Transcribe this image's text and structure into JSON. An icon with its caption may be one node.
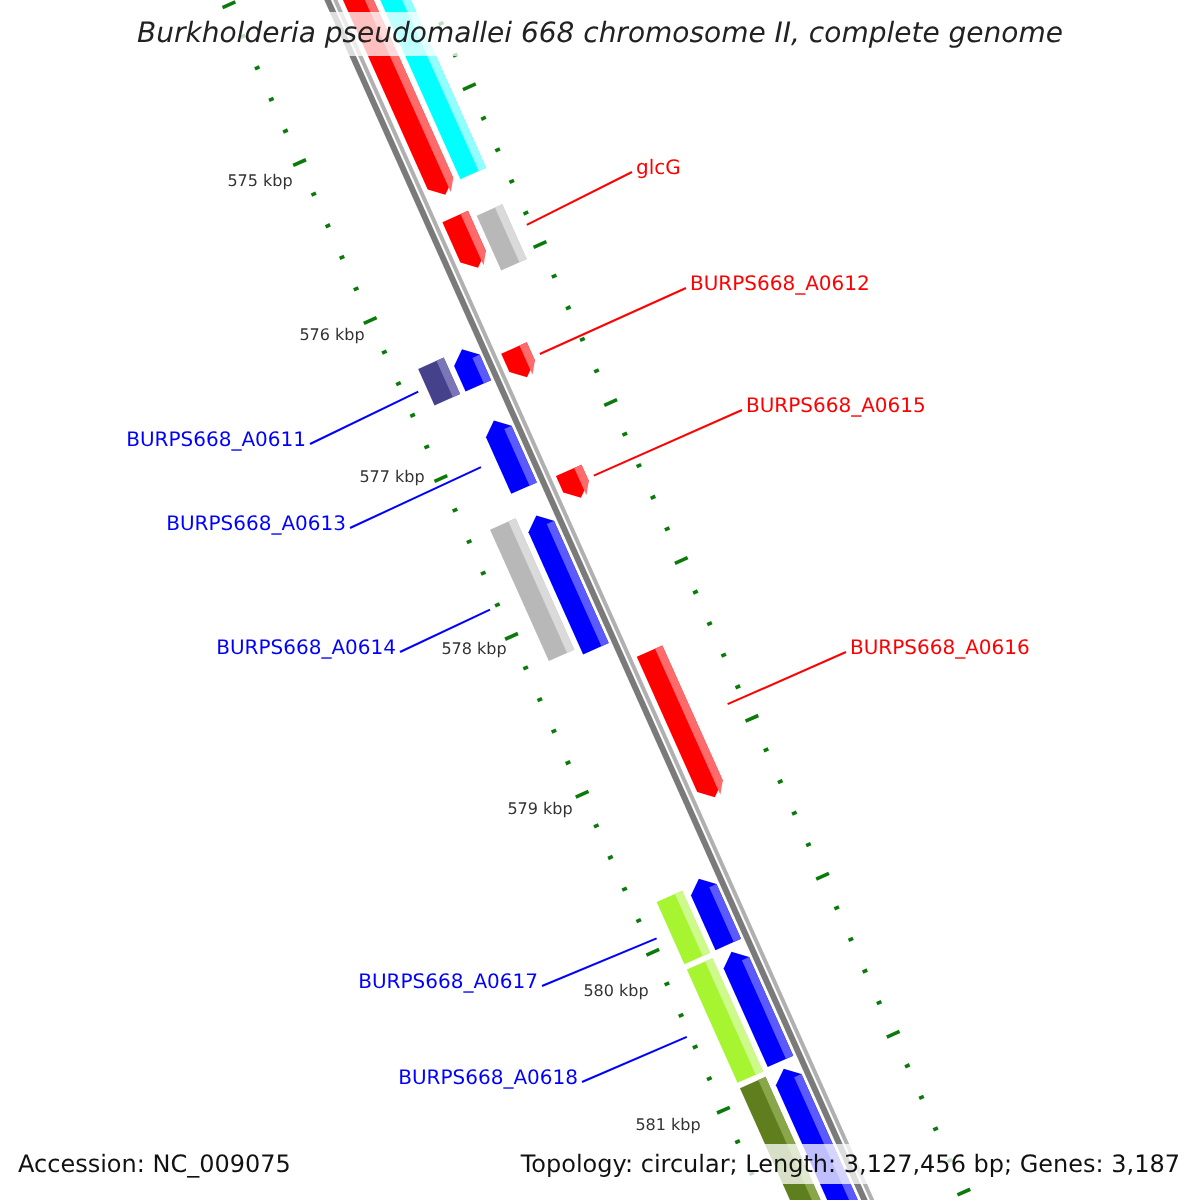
{
  "diagram": {
    "title": "Burkholderia pseudomallei 668 chromosome II, complete genome",
    "nodes": [
      {
        "text": [
          "glcG"
        ]
      },
      {
        "text": [],
        "shape": "bar"
      },
      {
        "text": [
          "BURPS668_A0612"
        ]
      },
      {
        "text": [],
        "shape": "bar"
      },
      {
        "text": [
          "BURPS668_A0611"
        ]
      },
      {
        "text": [],
        "shape": "bar"
      },
      {
        "text": [
          "BURPS668_A0615"
        ]
      },
      {
        "text": [],
        "shape": "bar"
      },
      {
        "text": [
          "BURPS668_A0613"
        ]
      },
      {
        "text": [],
        "shape": "bar"
      },
      {
        "text": [
          "BURPS668_A0614"
        ]
      },
      {
        "text": [],
        "shape": "bar"
      },
      {
        "text": [
          "BURPS668_A0616"
        ]
      },
      {
        "text": [],
        "shape": "bar"
      },
      {
        "text": [
          "BURPS668_A0617"
        ]
      },
      {
        "text": [],
        "shape": "bar"
      },
      {
        "text": [
          "BURPS668_A0618"
        ]
      },
      {
        "text": [],
        "shape": "bar"
      }
    ],
    "edges": [
      {
        "from": 0,
        "to": 1,
        "arrow": "none",
        "color": "#ff0000"
      },
      {
        "from": 2,
        "to": 3,
        "arrow": "none",
        "color": "#ff0000"
      },
      {
        "from": 4,
        "to": 5,
        "arrow": "none"
      },
      {
        "from": 6,
        "to": 7,
        "arrow": "none",
        "color": "#ff0000"
      },
      {
        "from": 8,
        "to": 9,
        "arrow": "none"
      },
      {
        "from": 10,
        "to": 11,
        "arrow": "none"
      },
      {
        "from": 12,
        "to": 13,
        "arrow": "none",
        "color": "#ff0000"
      },
      {
        "from": 14,
        "to": 15,
        "arrow": "none"
      },
      {
        "from": 16,
        "to": 17,
        "arrow": "none"
      }
    ],
    "labels": [
      "575 kbp",
      "576 kbp",
      "577 kbp",
      "578 kbp",
      "579 kbp",
      "580 kbp",
      "581 kbp",
      "Accession: NC_009075",
      "Topology: circular; Length: 3,127,456 bp; Genes: 3,187"
    ]
  }
}
